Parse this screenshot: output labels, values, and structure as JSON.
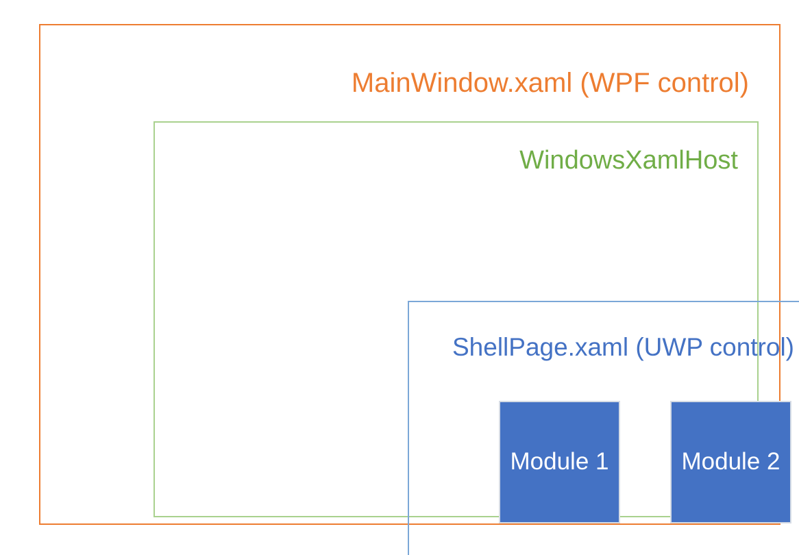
{
  "diagram": {
    "title_text": "MainWindow.xaml (WPF control)",
    "layers": [
      {
        "id": "main-window",
        "label": "MainWindow.xaml (WPF control)",
        "color": "#ED7D31",
        "border_color": "#ED7D31"
      },
      {
        "id": "windows-xaml-host",
        "label": "WindowsXamlHost",
        "color": "#70AD47",
        "border_color": "#A9D18E"
      },
      {
        "id": "shell-page",
        "label": "ShellPage.xaml (UWP control)",
        "color": "#4472C4",
        "border_color": "#7BA7D7"
      }
    ],
    "modules": [
      {
        "id": "module-1",
        "label": "Module 1",
        "fill": "#4472C4",
        "text_color": "#FFFFFF",
        "border_color": "#D6DCE5"
      },
      {
        "id": "module-2",
        "label": "Module 2",
        "fill": "#4472C4",
        "text_color": "#FFFFFF",
        "border_color": "#D6DCE5"
      }
    ],
    "background": "#FFFFFF"
  }
}
